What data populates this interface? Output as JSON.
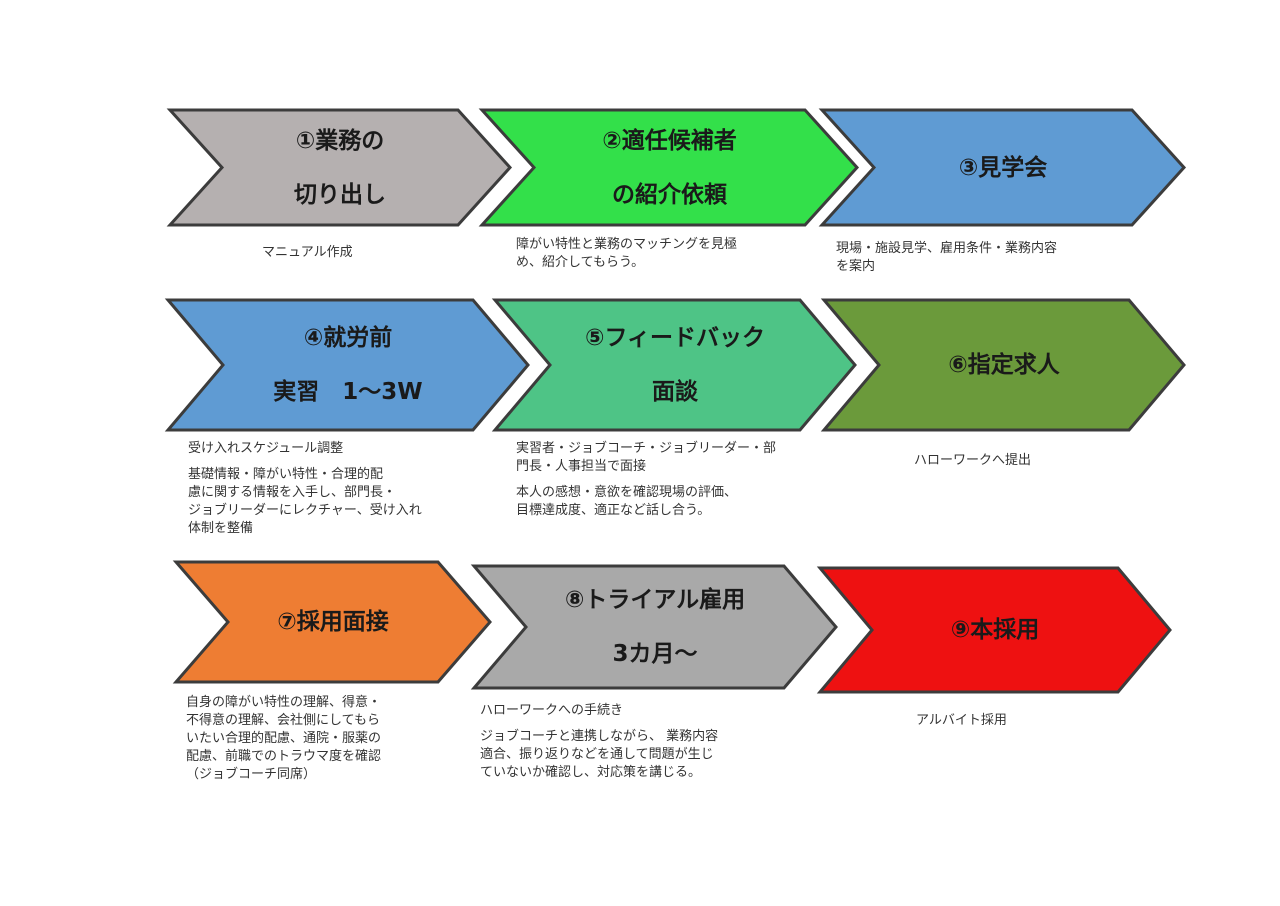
{
  "steps": [
    {
      "title1": "①業務の",
      "title2": "切り出し",
      "color": "#b5b0b0"
    },
    {
      "title1": "②適任候補者",
      "title2": "の紹介依頼",
      "color": "#33e04a"
    },
    {
      "title1": "③見学会",
      "title2": "",
      "color": "#5f9bd3"
    },
    {
      "title1": "④就労前",
      "title2": "実習　1～3W",
      "color": "#5f9bd3"
    },
    {
      "title1": "⑤フィードバック",
      "title2": "面談",
      "color": "#4ec486"
    },
    {
      "title1": "⑥指定求人",
      "title2": "",
      "color": "#6b9a3b"
    },
    {
      "title1": "⑦採用面接",
      "title2": "",
      "color": "#ee7d33"
    },
    {
      "title1": "⑧トライアル雇用",
      "title2": "3カ月～",
      "color": "#a9a9a9"
    },
    {
      "title1": "⑨本採用",
      "title2": "",
      "color": "#ee1111"
    }
  ],
  "descriptions": [
    {
      "lines": [
        "マニュアル作成"
      ]
    },
    {
      "lines": [
        "障がい特性と業務のマッチングを見極",
        "め、紹介してもらう。"
      ]
    },
    {
      "lines": [
        "現場・施設見学、雇用条件・業務内容",
        "を案内"
      ]
    },
    {
      "lines": [
        "受け入れスケジュール調整",
        "",
        "基礎情報・障がい特性・合理的配",
        "慮に関する情報を入手し、部門長・",
        "ジョブリーダーにレクチャー、受け入れ",
        "体制を整備"
      ]
    },
    {
      "lines": [
        "実習者・ジョブコーチ・ジョブリーダー・部",
        "門長・人事担当で面接",
        "",
        "本人の感想・意欲を確認現場の評価、",
        "目標達成度、適正など話し合う。"
      ]
    },
    {
      "lines": [
        "ハローワークへ提出"
      ]
    },
    {
      "lines": [
        "自身の障がい特性の理解、得意・",
        "不得意の理解、会社側にしてもら",
        "いたい合理的配慮、通院・服薬の",
        "配慮、前職でのトラウマ度を確認",
        "（ジョブコーチ同席）"
      ]
    },
    {
      "lines": [
        "ハローワークへの手続き",
        "",
        "ジョブコーチと連携しながら、 業務内容",
        "適合、振り返りなどを通して問題が生じ",
        "ていないか確認し、対応策を講じる。"
      ]
    },
    {
      "lines": [
        "アルバイト採用"
      ]
    }
  ]
}
